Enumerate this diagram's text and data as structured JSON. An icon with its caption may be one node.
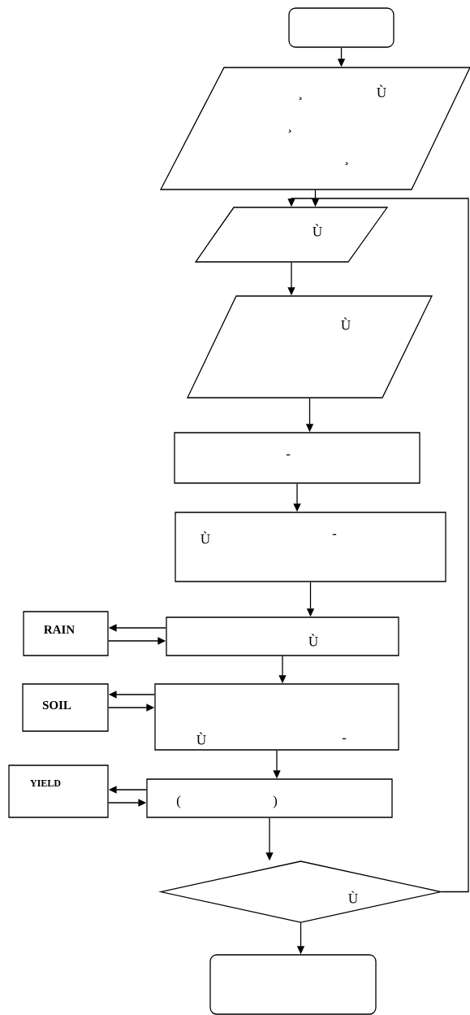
{
  "diagram": {
    "nodes": [
      {
        "text": [],
        "shape": "box"
      },
      {
        "text": [
          "¸",
          "Ù",
          "¸",
          "¸"
        ]
      },
      {
        "text": [
          "Ù"
        ]
      },
      {
        "text": [
          "Ù"
        ]
      },
      {
        "text": [
          "-"
        ]
      },
      {
        "text": [
          "Ù",
          "-"
        ]
      },
      {
        "text": [
          "RAIN"
        ]
      },
      {
        "text": [
          "Ù"
        ]
      },
      {
        "text": [
          "SOIL"
        ]
      },
      {
        "text": [
          "Ù",
          "-"
        ]
      },
      {
        "text": [
          "YIELD"
        ]
      },
      {
        "text": [
          "(",
          ")"
        ]
      },
      {
        "text": [
          "Ù"
        ]
      },
      {
        "text": [],
        "shape": "box"
      }
    ],
    "edges": [
      {
        "from": 0,
        "to": 1,
        "arrow": "to"
      },
      {
        "from": 1,
        "to": 2,
        "arrow": "to"
      },
      {
        "from": 2,
        "to": 3,
        "arrow": "to"
      },
      {
        "from": 3,
        "to": 4,
        "arrow": "to"
      },
      {
        "from": 4,
        "to": 5,
        "arrow": "to"
      },
      {
        "from": 5,
        "to": 7,
        "arrow": "to"
      },
      {
        "from": 7,
        "to": 6,
        "arrow": "to"
      },
      {
        "from": 6,
        "to": 7,
        "arrow": "to"
      },
      {
        "from": 7,
        "to": 9,
        "arrow": "to"
      },
      {
        "from": 9,
        "to": 8,
        "arrow": "to"
      },
      {
        "from": 8,
        "to": 9,
        "arrow": "to"
      },
      {
        "from": 9,
        "to": 11,
        "arrow": "to"
      },
      {
        "from": 11,
        "to": 10,
        "arrow": "to"
      },
      {
        "from": 10,
        "to": 11,
        "arrow": "to"
      },
      {
        "from": 11,
        "to": 12,
        "arrow": "to"
      },
      {
        "from": 12,
        "to": 13,
        "arrow": "to"
      },
      {
        "from": 12,
        "to": 2,
        "arrow": "to"
      }
    ]
  }
}
